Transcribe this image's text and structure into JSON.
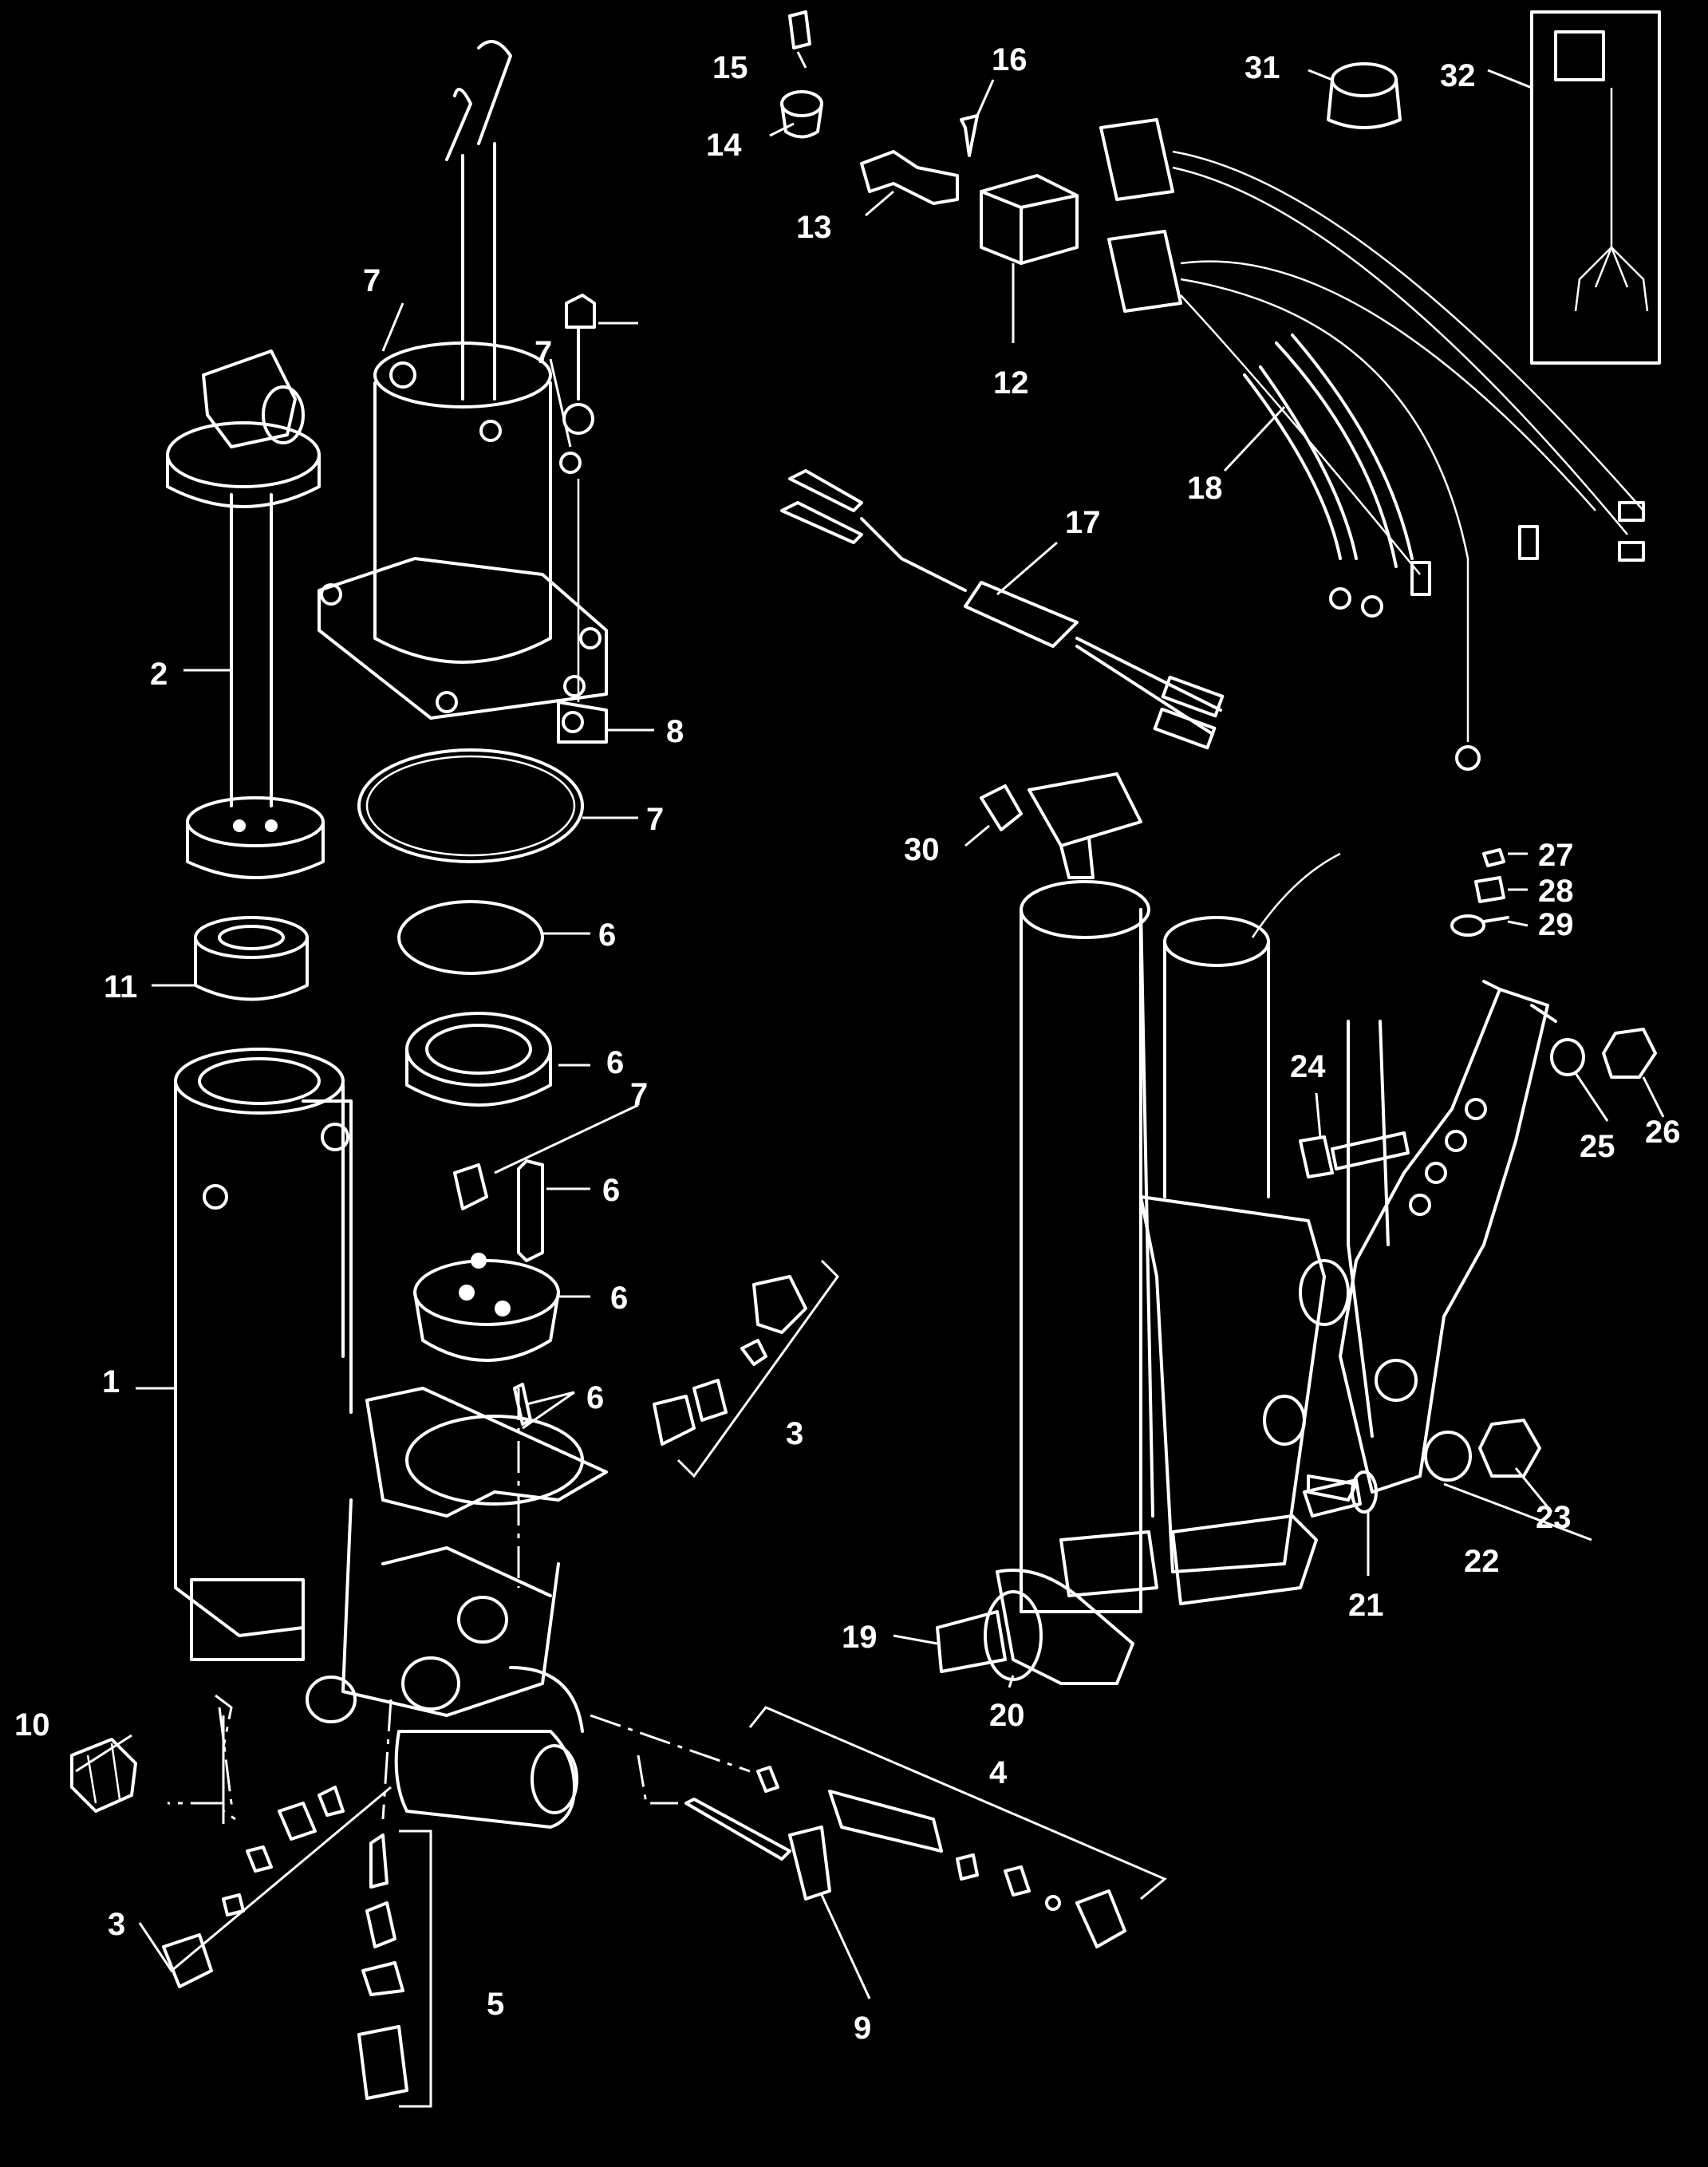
{
  "callouts": [
    {
      "id": "c1",
      "label": "1"
    },
    {
      "id": "c2",
      "label": "2"
    },
    {
      "id": "c3a",
      "label": "3"
    },
    {
      "id": "c3b",
      "label": "3"
    },
    {
      "id": "c4",
      "label": "4"
    },
    {
      "id": "c5",
      "label": "5"
    },
    {
      "id": "c6a",
      "label": "6"
    },
    {
      "id": "c6b",
      "label": "6"
    },
    {
      "id": "c6c",
      "label": "6"
    },
    {
      "id": "c6d",
      "label": "6"
    },
    {
      "id": "c6e",
      "label": "6"
    },
    {
      "id": "c7a",
      "label": "7"
    },
    {
      "id": "c7b",
      "label": "7"
    },
    {
      "id": "c7c",
      "label": "7"
    },
    {
      "id": "c7d",
      "label": "7"
    },
    {
      "id": "c8",
      "label": "8"
    },
    {
      "id": "c9",
      "label": "9"
    },
    {
      "id": "c10",
      "label": "10"
    },
    {
      "id": "c11",
      "label": "11"
    },
    {
      "id": "c12",
      "label": "12"
    },
    {
      "id": "c13",
      "label": "13"
    },
    {
      "id": "c14",
      "label": "14"
    },
    {
      "id": "c15",
      "label": "15"
    },
    {
      "id": "c16",
      "label": "16"
    },
    {
      "id": "c17",
      "label": "17"
    },
    {
      "id": "c18",
      "label": "18"
    },
    {
      "id": "c19",
      "label": "19"
    },
    {
      "id": "c20",
      "label": "20"
    },
    {
      "id": "c21",
      "label": "21"
    },
    {
      "id": "c22",
      "label": "22"
    },
    {
      "id": "c23",
      "label": "23"
    },
    {
      "id": "c24",
      "label": "24"
    },
    {
      "id": "c25",
      "label": "25"
    },
    {
      "id": "c26",
      "label": "26"
    },
    {
      "id": "c27",
      "label": "27"
    },
    {
      "id": "c28",
      "label": "28"
    },
    {
      "id": "c29",
      "label": "29"
    },
    {
      "id": "c30",
      "label": "30"
    },
    {
      "id": "c31",
      "label": "31"
    },
    {
      "id": "c32",
      "label": "32"
    }
  ],
  "colors": {
    "background": "#000000",
    "line": "#ffffff"
  }
}
